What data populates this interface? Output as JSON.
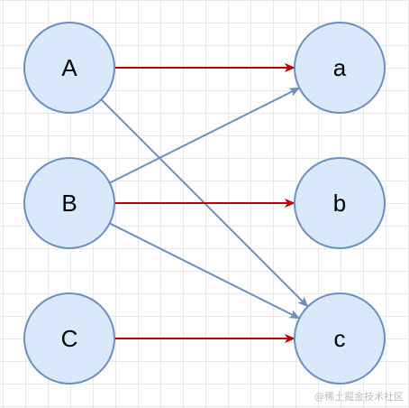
{
  "diagram": {
    "left_nodes": [
      {
        "id": "A",
        "label": "A"
      },
      {
        "id": "B",
        "label": "B"
      },
      {
        "id": "C",
        "label": "C"
      }
    ],
    "right_nodes": [
      {
        "id": "a",
        "label": "a"
      },
      {
        "id": "b",
        "label": "b"
      },
      {
        "id": "c",
        "label": "c"
      }
    ],
    "edges": [
      {
        "from": "A",
        "to": "a",
        "color": "#c00000"
      },
      {
        "from": "A",
        "to": "c",
        "color": "#6c8ebf"
      },
      {
        "from": "B",
        "to": "a",
        "color": "#6c8ebf"
      },
      {
        "from": "B",
        "to": "b",
        "color": "#c00000"
      },
      {
        "from": "B",
        "to": "c",
        "color": "#6c8ebf"
      },
      {
        "from": "C",
        "to": "c",
        "color": "#c00000"
      }
    ],
    "colors": {
      "node_fill": "#dae8fc",
      "node_stroke": "#6c8ebf",
      "red_edge": "#c00000",
      "blue_edge": "#6c8ebf",
      "grid": "#e7e7e7"
    }
  },
  "watermark": "@稀土掘金技术社区"
}
